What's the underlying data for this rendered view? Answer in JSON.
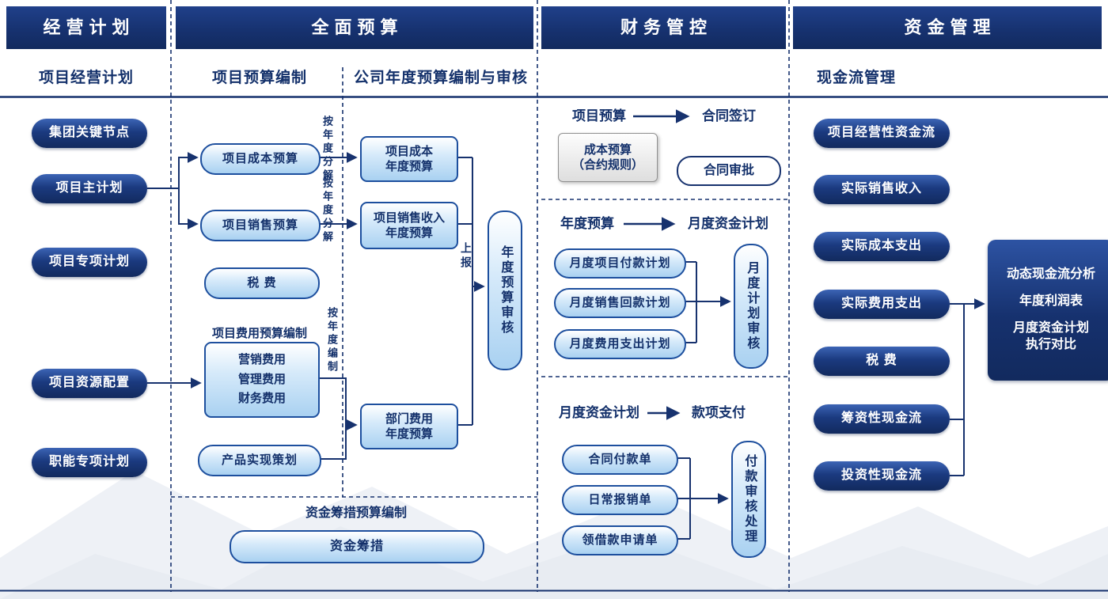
{
  "colors": {
    "navy": "#16316e",
    "light_blue_fill": "#a9d1f1",
    "border_blue": "#1d4f9e",
    "gray_fill": "#dedede",
    "white": "#ffffff"
  },
  "headers": {
    "business_plan": "经营计划",
    "total_budget": "全面预算",
    "finance_control": "财务管控",
    "capital_mgmt": "资金管理"
  },
  "subheaders": {
    "project_business_plan": "项目经营计划",
    "project_budgeting": "项目预算编制",
    "company_annual_budget": "公司年度预算编制与审核",
    "cashflow_mgmt": "现金流管理"
  },
  "business_plan": {
    "items": [
      "集团关键节点",
      "项目主计划",
      "项目专项计划",
      "项目资源配置",
      "职能专项计划"
    ]
  },
  "budget": {
    "project_cost_budget": "项目成本预算",
    "project_sales_budget": "项目销售预算",
    "tax": "税  费",
    "expense_budget_label": "项目费用预算编制",
    "expense_box": "营销费用\n管理费用\n财务费用",
    "product_planning": "产品实现策划",
    "annual_cost_box": "项目成本\n年度预算",
    "annual_sales_box": "项目销售收入\n年度预算",
    "annual_dept_box": "部门费用\n年度预算",
    "annual_review": "年度预算审核",
    "decompose_by_year_1": "按年度分解",
    "decompose_by_year_2": "按年度分解",
    "compile_by_year": "按年度编制",
    "report_up": "上报",
    "funding_label": "资金筹措预算编制",
    "funding_pill": "资金筹措"
  },
  "finance": {
    "s1_from": "项目预算",
    "s1_to": "合同签订",
    "cost_rule_box": "成本预算\n（合约规则）",
    "contract_approval": "合同审批",
    "s2_from": "年度预算",
    "s2_to": "月度资金计划",
    "monthly_plans": [
      "月度项目付款计划",
      "月度销售回款计划",
      "月度费用支出计划"
    ],
    "monthly_review": "月度计划审核",
    "s3_from": "月度资金计划",
    "s3_to": "款项支付",
    "payment_docs": [
      "合同付款单",
      "日常报销单",
      "领借款申请单"
    ],
    "payment_review": "付款审核处理"
  },
  "capital": {
    "items": [
      "项目经营性资金流",
      "实际销售收入",
      "实际成本支出",
      "实际费用支出",
      "税  费",
      "筹资性现金流",
      "投资性现金流"
    ],
    "analysis_lines": [
      "动态现金流分析",
      "年度利润表",
      "月度资金计划\n执行对比"
    ]
  }
}
